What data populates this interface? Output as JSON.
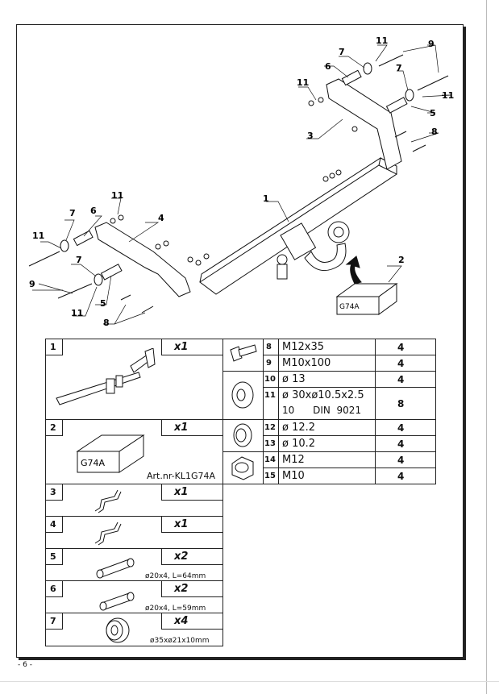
{
  "diagram": {
    "callouts": [
      "1",
      "2",
      "3",
      "4",
      "5",
      "5",
      "6",
      "6",
      "7",
      "7",
      "7",
      "7",
      "8",
      "8",
      "9",
      "9",
      "11",
      "11",
      "11",
      "11",
      "11"
    ],
    "box_label": "G74A"
  },
  "left_parts": [
    {
      "no": "1",
      "qty": "x1",
      "spec": ""
    },
    {
      "no": "2",
      "qty": "x1",
      "spec": "Art.nr-KL1G74A",
      "box_label": "G74A"
    },
    {
      "no": "3",
      "qty": "x1",
      "spec": ""
    },
    {
      "no": "4",
      "qty": "x1",
      "spec": ""
    },
    {
      "no": "5",
      "qty": "x2",
      "spec": "ø20x4,  L=64mm"
    },
    {
      "no": "6",
      "qty": "x2",
      "spec": "ø20x4,  L=59mm"
    },
    {
      "no": "7",
      "qty": "x4",
      "spec": "ø35xø21x10mm"
    }
  ],
  "right_parts": [
    {
      "no": "8",
      "desc": "M12x35",
      "qty": "4"
    },
    {
      "no": "9",
      "desc": "M10x100",
      "qty": "4"
    },
    {
      "no": "10",
      "desc": "ø 13",
      "qty": "4"
    },
    {
      "no": "11",
      "desc": "ø 30xø10.5x2.5",
      "desc2": "10      DIN  9021",
      "qty": "8"
    },
    {
      "no": "12",
      "desc": "ø 12.2",
      "qty": "4"
    },
    {
      "no": "13",
      "desc": "ø 10.2",
      "qty": "4"
    },
    {
      "no": "14",
      "desc": "M12",
      "qty": "4"
    },
    {
      "no": "15",
      "desc": "M10",
      "qty": "4"
    }
  ],
  "footer": {
    "page_number": "- 6 -"
  }
}
